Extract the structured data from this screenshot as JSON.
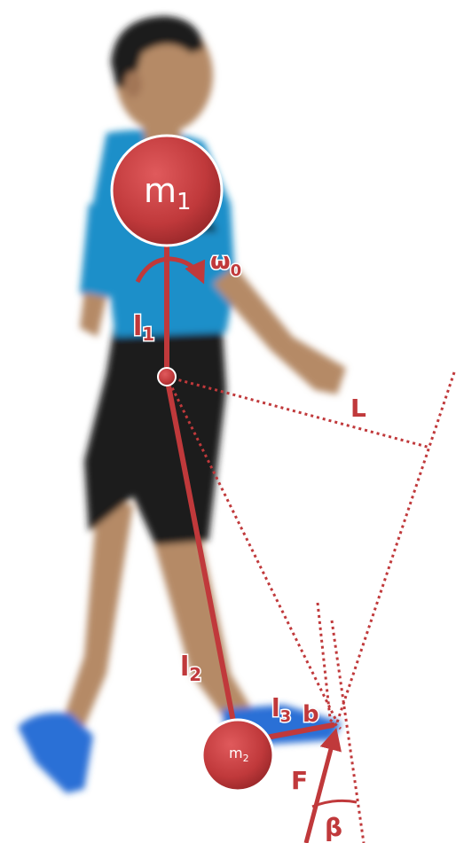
{
  "diagram": {
    "masses": {
      "m1": {
        "main": "m",
        "sub": "1"
      },
      "m2": {
        "main": "m",
        "sub": "2"
      }
    },
    "angular_velocity": {
      "main": "ω",
      "sub": "0"
    },
    "lengths": {
      "l1": {
        "main": "l",
        "sub": "1"
      },
      "l2": {
        "main": "l",
        "sub": "2"
      },
      "l3": {
        "main": "l",
        "sub": "3"
      },
      "L": "L",
      "b": "b"
    },
    "force": "F",
    "angle": "β"
  },
  "colors": {
    "accent_red": "#c0393b",
    "dark_red": "#a52a2a",
    "shirt_blue": "#1d8fc9",
    "shorts_black": "#1a1a1a",
    "skin": "#b58a66",
    "hair": "#1c1c1c",
    "shoe_blue": "#2a6fd6",
    "background": "#ffffff"
  }
}
